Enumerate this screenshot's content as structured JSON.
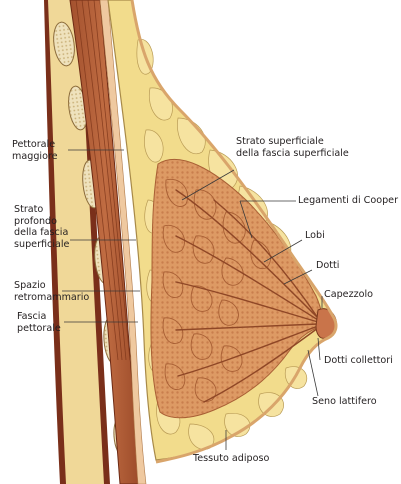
{
  "labels": {
    "pettorale_maggiore": [
      "Pettorale",
      "maggiore"
    ],
    "strato_superficiale": [
      "Strato superficiale",
      "della fascia superficiale"
    ],
    "legamenti_cooper": "Legamenti di Cooper",
    "lobi": "Lobi",
    "dotti": "Dotti",
    "capezzolo": "Capezzolo",
    "dotti_collettori": "Dotti collettori",
    "seno_lattifero": "Seno lattifero",
    "tessuto_adiposo": "Tessuto adiposo",
    "strato_profondo": [
      "Strato",
      "profondo",
      "della fascia",
      "superficiale"
    ],
    "spazio_retromammario": [
      "Spazio",
      "retromammario"
    ],
    "fascia_pettorale": [
      "Fascia",
      "pettorale"
    ]
  },
  "colors": {
    "fat_yellow": "#f2dc8c",
    "fat_lobule": "#f6e3a0",
    "muscle": "#b5623b",
    "muscle_dark": "#8a3f22",
    "gland": "#d9925d",
    "gland_dark": "#b8683a",
    "fascia": "#efc9a0",
    "rib": "#efe2bd",
    "leader": "#3a3a3a"
  }
}
